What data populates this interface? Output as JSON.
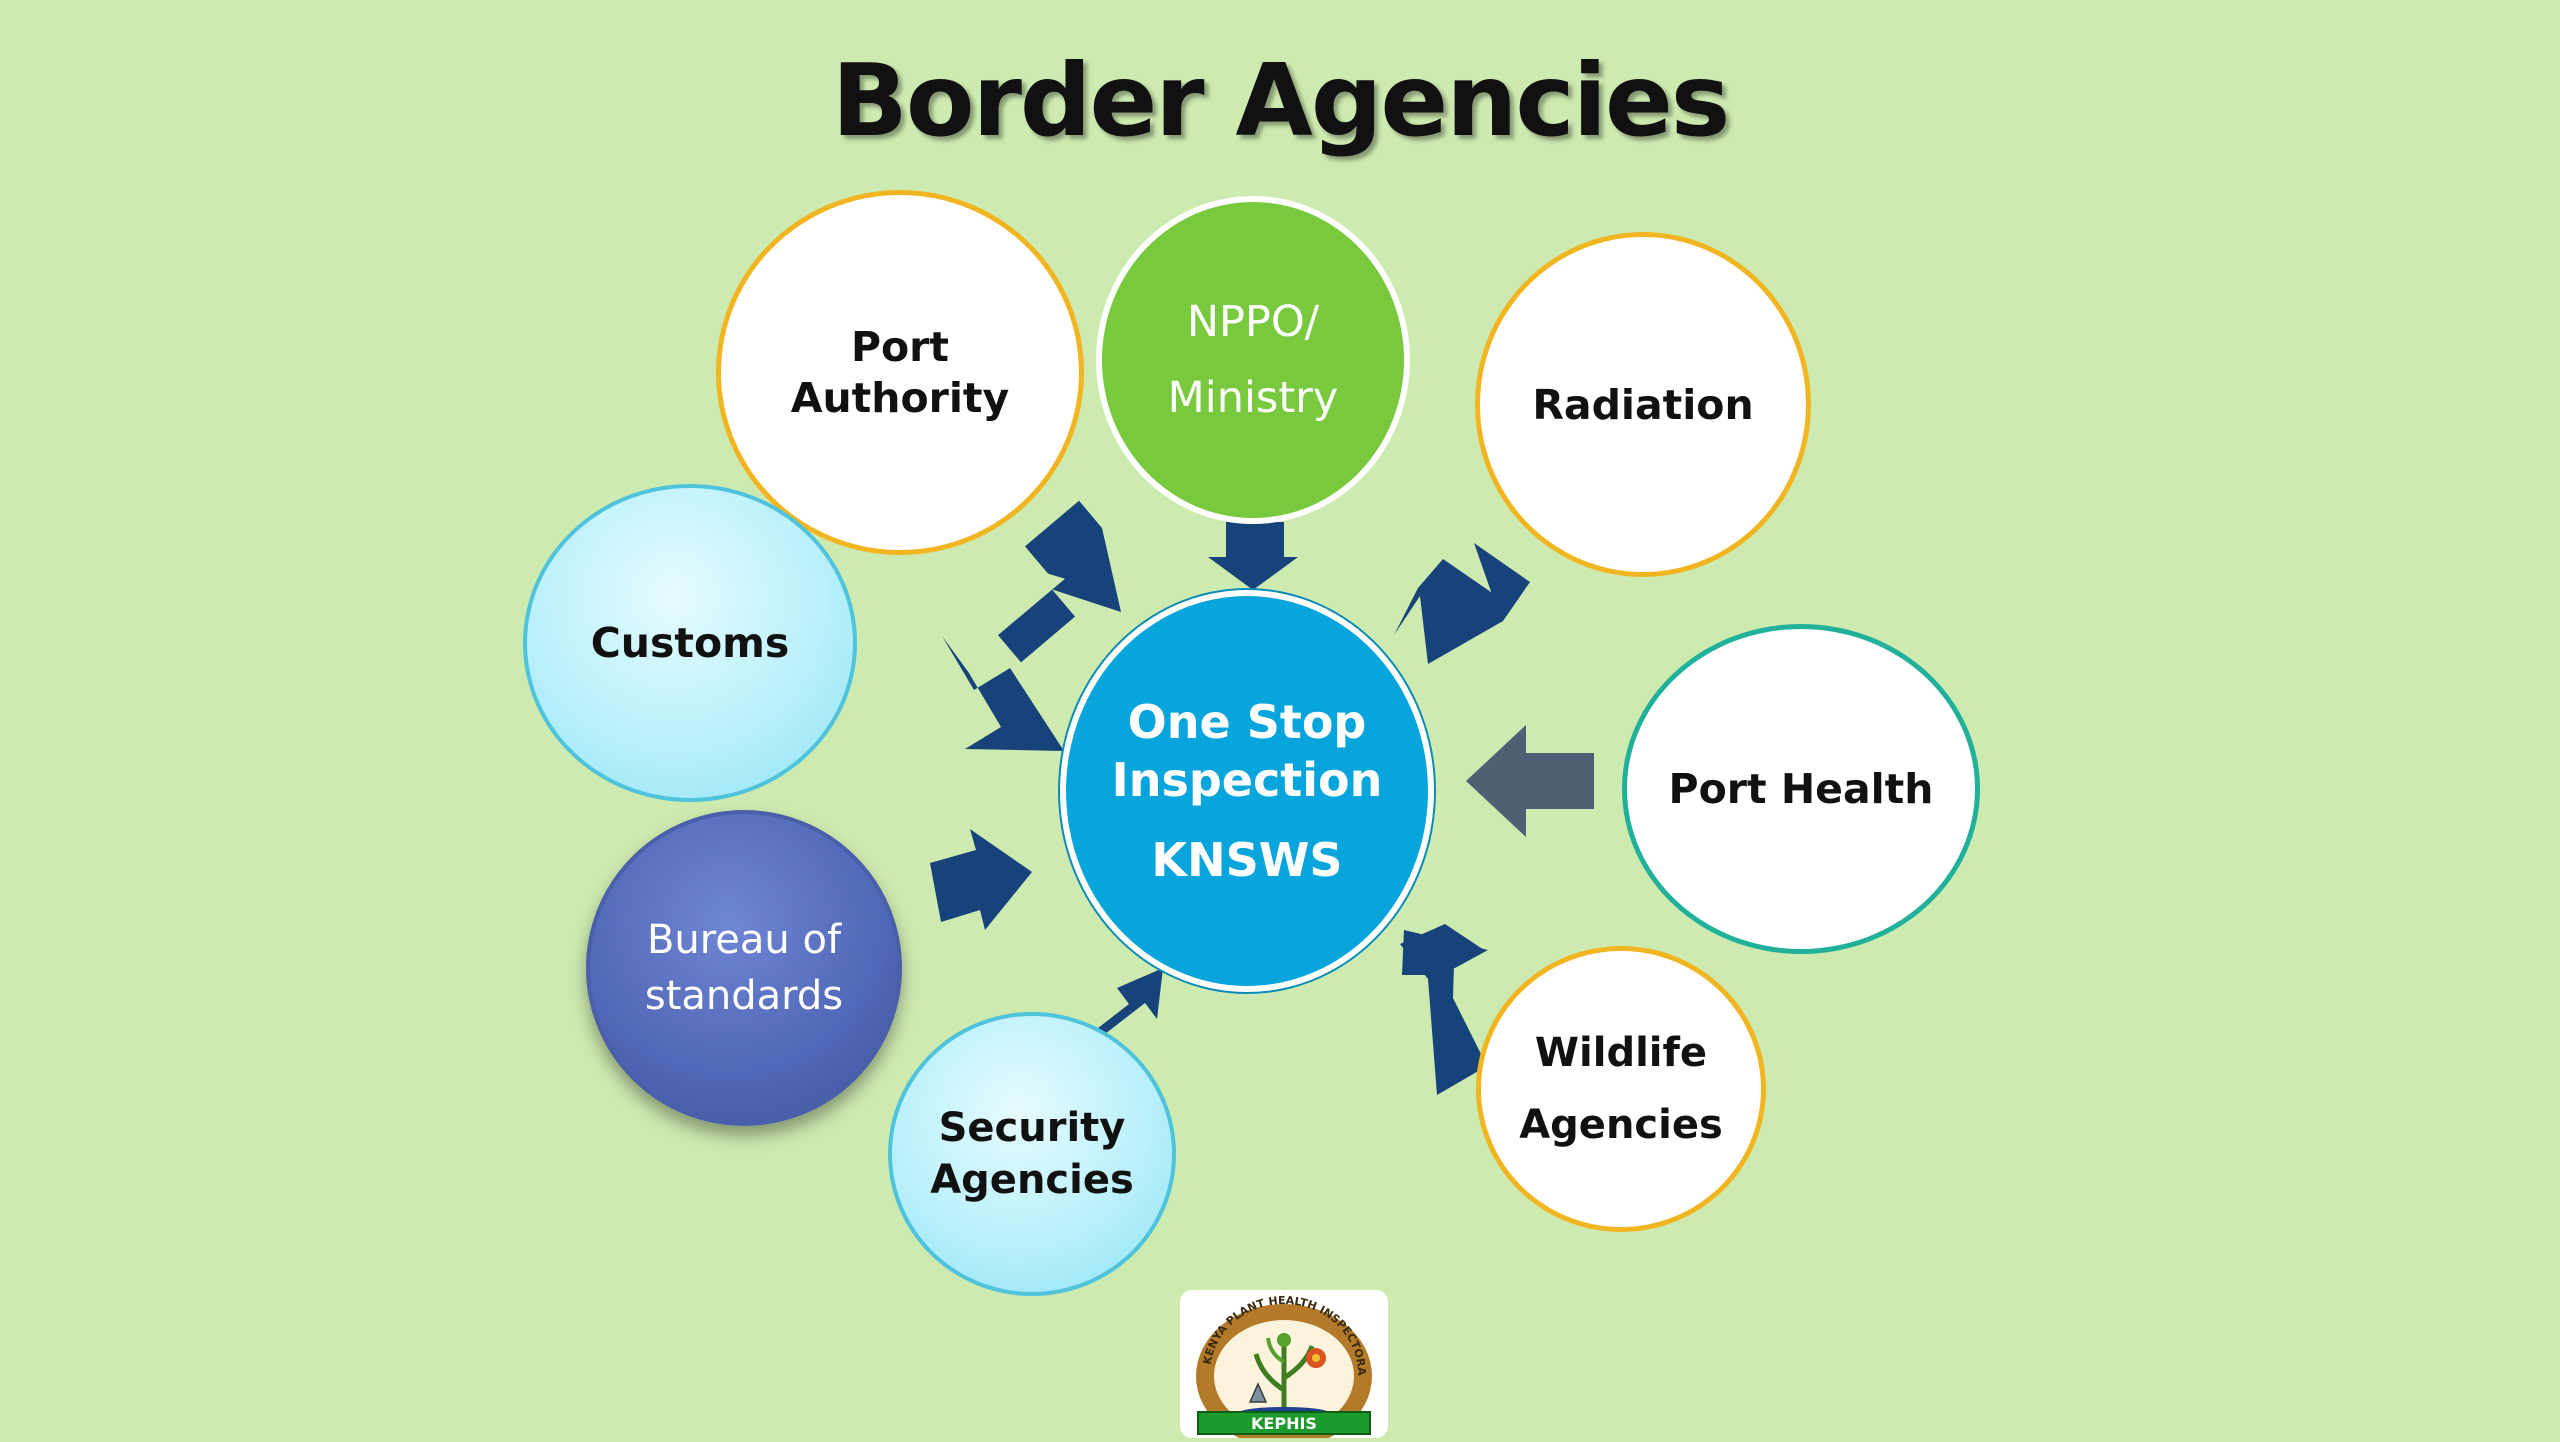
{
  "title": "Border Agencies",
  "center": {
    "line1": "One Stop",
    "line2": "Inspection",
    "line3": "KNSWS"
  },
  "nodes": {
    "port_authority": [
      "Port",
      "Authority"
    ],
    "nppo": [
      "NPPO/",
      "Ministry"
    ],
    "radiation": [
      "Radiation"
    ],
    "customs": [
      "Customs"
    ],
    "port_health": [
      "Port Health"
    ],
    "bureau": [
      "Bureau of",
      "standards"
    ],
    "security": [
      "Security",
      "Agencies"
    ],
    "wildlife": [
      "Wildlife",
      "Agencies"
    ]
  },
  "logo": {
    "ring_text": "KENYA PLANT HEALTH INSPECTORATE SERVICE",
    "name": "KEPHIS"
  },
  "colors": {
    "background": "#cdeab0",
    "center_fill": "#07a5db",
    "arrow_navy": "#17427a",
    "arrow_slate": "#4f6075",
    "gold_border": "#f2b522",
    "teal_border": "#21b19a",
    "green_fill": "#78c93e",
    "cyan_fill": "#b9f0fb",
    "blue_fill": "#5066b6"
  }
}
